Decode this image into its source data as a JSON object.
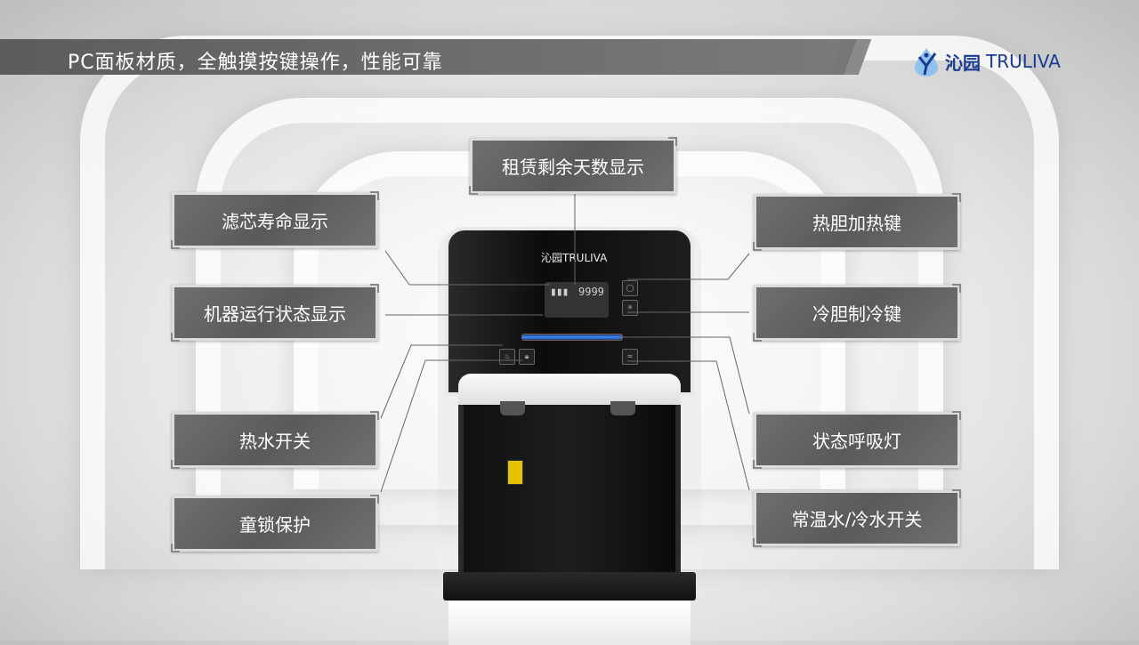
{
  "header": {
    "title": "PC面板材质，全触摸按键操作，性能可靠"
  },
  "logo": {
    "brand_cn": "沁园",
    "brand_en": "TRULIVA",
    "icon": "water-drop-person-icon",
    "color": "#1a3a8f"
  },
  "machine": {
    "logo_text": "沁园TRULIVA",
    "display_value": "9999",
    "light_color": "#3f8cff"
  },
  "callouts": {
    "rental_days": "租赁剩余天数显示",
    "filter_life": "滤芯寿命显示",
    "run_status": "机器运行状态显示",
    "hot_water": "热水开关",
    "child_lock": "童锁保护",
    "heat_key": "热胆加热键",
    "cool_key": "冷胆制冷键",
    "breath_light": "状态呼吸灯",
    "normal_cold_water": "常温水/冷水开关"
  }
}
